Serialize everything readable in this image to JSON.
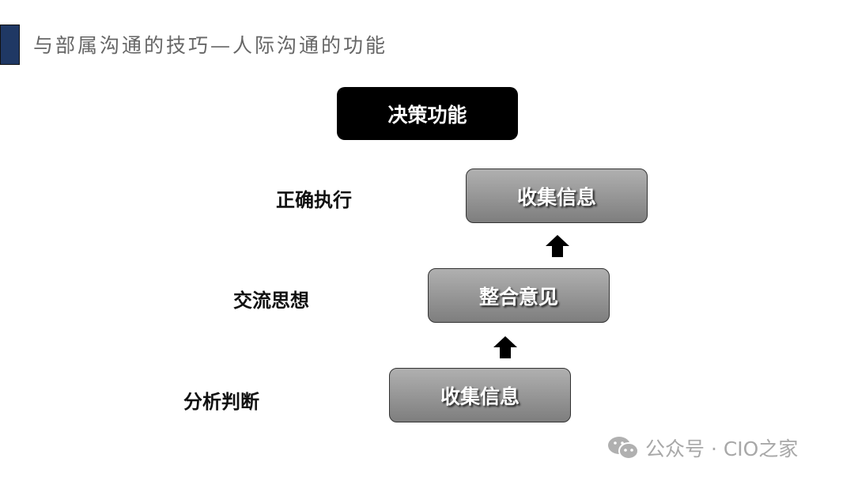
{
  "title": "与部属沟通的技巧—人际沟通的功能",
  "top_box": "决策功能",
  "steps": [
    {
      "label": "正确执行",
      "box": "收集信息"
    },
    {
      "label": "交流思想",
      "box": "整合意见"
    },
    {
      "label": "分析判断",
      "box": "收集信息"
    }
  ],
  "watermark": "公众号 · CIO之家",
  "colors": {
    "accent": "#1f3864"
  }
}
